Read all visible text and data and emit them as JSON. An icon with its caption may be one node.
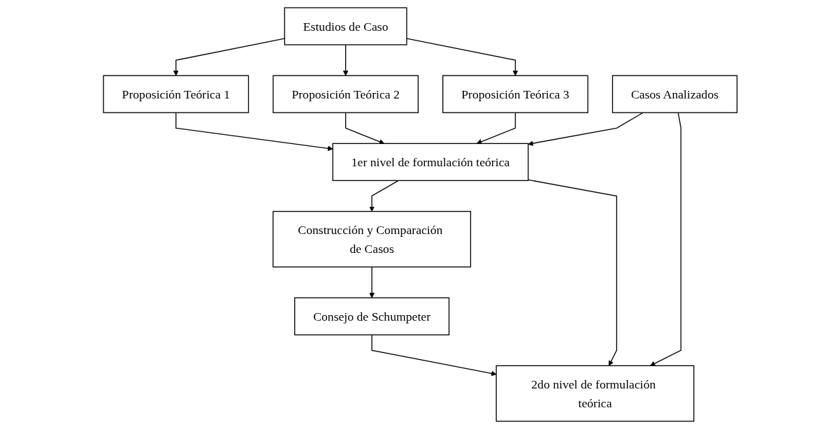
{
  "diagram": {
    "nodes": [
      {
        "text": [
          "Estudios de Caso"
        ]
      },
      {
        "text": [
          "Proposición Teórica 1"
        ]
      },
      {
        "text": [
          "Proposición Teórica 2"
        ]
      },
      {
        "text": [
          "Proposición Teórica 3"
        ]
      },
      {
        "text": [
          "Casos Analizados"
        ]
      },
      {
        "text": [
          "1er nivel de formulación teórica"
        ]
      },
      {
        "text": [
          "Construcción y Comparación de Casos"
        ]
      },
      {
        "text": [
          "Consejo de Schumpeter"
        ]
      },
      {
        "text": [
          "2do nivel de formulación teórica"
        ]
      }
    ],
    "edges": [
      {
        "from": 0,
        "to": 1,
        "arrow": "to"
      },
      {
        "from": 0,
        "to": 2,
        "arrow": "to"
      },
      {
        "from": 0,
        "to": 3,
        "arrow": "to"
      },
      {
        "from": 1,
        "to": 5,
        "arrow": "to"
      },
      {
        "from": 2,
        "to": 5,
        "arrow": "to"
      },
      {
        "from": 3,
        "to": 5,
        "arrow": "to"
      },
      {
        "from": 4,
        "to": 5,
        "arrow": "to"
      },
      {
        "from": 5,
        "to": 6,
        "arrow": "to"
      },
      {
        "from": 6,
        "to": 7,
        "arrow": "to"
      },
      {
        "from": 4,
        "to": 8,
        "arrow": "to"
      },
      {
        "from": 5,
        "to": 8,
        "arrow": "to"
      },
      {
        "from": 7,
        "to": 8,
        "arrow": "to"
      }
    ]
  }
}
